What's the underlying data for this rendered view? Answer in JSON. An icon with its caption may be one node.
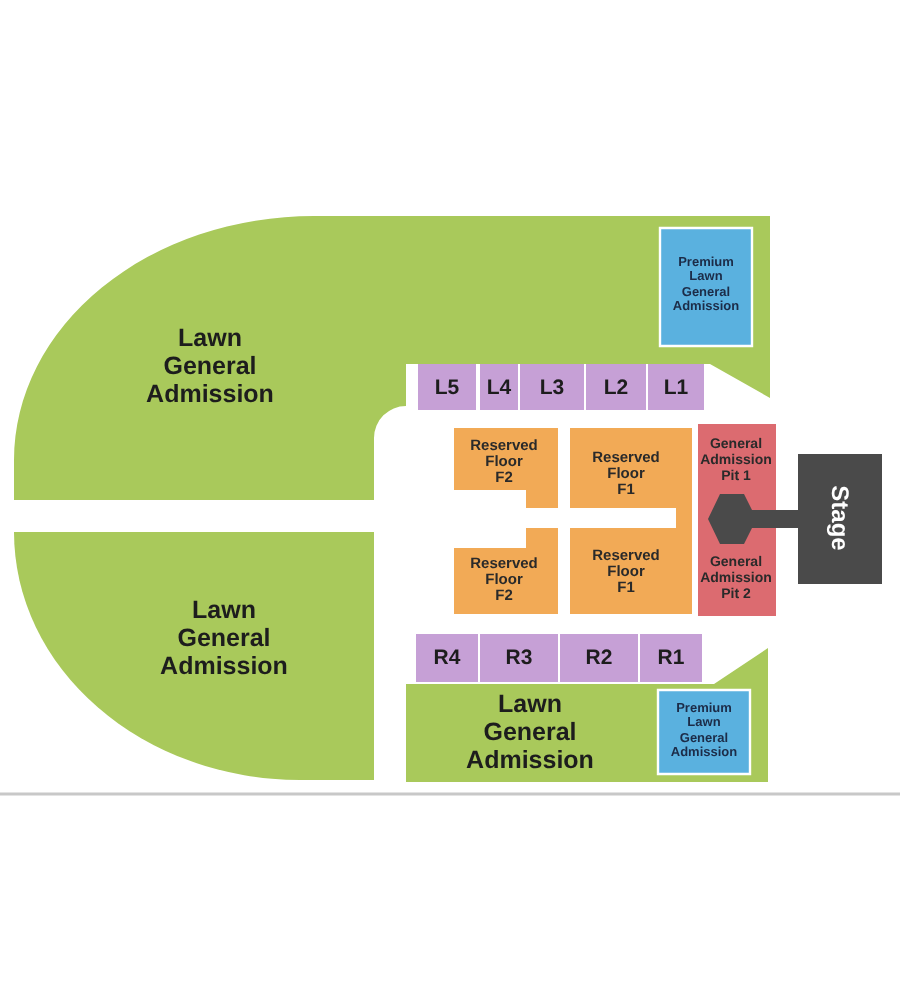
{
  "diagram": {
    "nodes": [
      {
        "text": [
          "Lawn General Admission"
        ]
      },
      {
        "text": [
          "Premium Lawn General Admission"
        ],
        "in": 0
      },
      {
        "text": [
          "L5"
        ]
      },
      {
        "text": [
          "L4"
        ]
      },
      {
        "text": [
          "L3"
        ]
      },
      {
        "text": [
          "L2"
        ]
      },
      {
        "text": [
          "L1"
        ]
      },
      {
        "text": [
          "Reserved Floor F2"
        ]
      },
      {
        "text": [
          "Reserved Floor F1"
        ]
      },
      {
        "text": [
          "General Admission Pit 1"
        ]
      },
      {
        "text": [],
        "shape": "hexagon"
      },
      {
        "text": [
          "Stage"
        ]
      },
      {
        "text": [
          "Lawn General Admission"
        ]
      },
      {
        "text": [
          "Reserved Floor F2"
        ]
      },
      {
        "text": [
          "Reserved Floor F1"
        ]
      },
      {
        "text": [
          "General Admission Pit 2"
        ]
      },
      {
        "text": [
          "R4"
        ]
      },
      {
        "text": [
          "R3"
        ]
      },
      {
        "text": [
          "R2"
        ]
      },
      {
        "text": [
          "R1"
        ]
      },
      {
        "text": [
          "Lawn General Admission"
        ]
      },
      {
        "text": [
          "Premium Lawn General Admission"
        ],
        "in": 20
      }
    ]
  }
}
